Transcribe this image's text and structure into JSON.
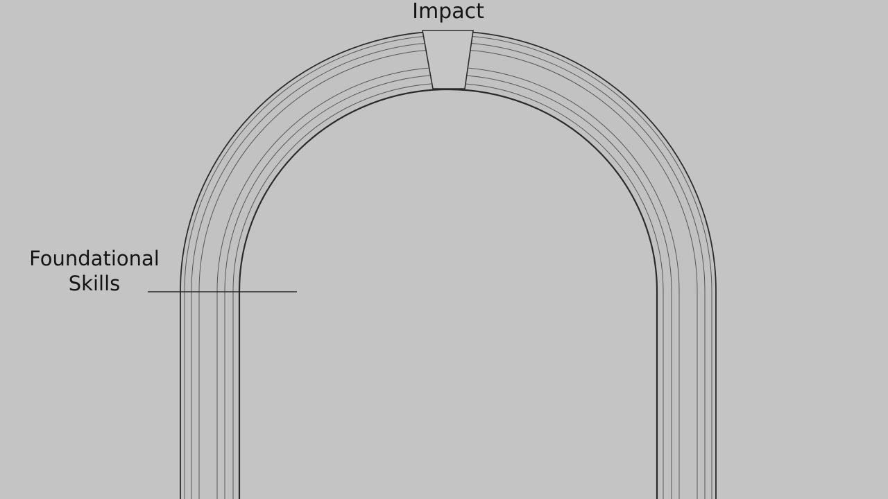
{
  "diagram": {
    "labels": {
      "top": "Impact",
      "side_line1": "Foundational",
      "side_line2": "Skills"
    },
    "colors": {
      "background": "#c4c4c4",
      "arch_fill": "#c2c2c2",
      "line": "#2a2a2a",
      "band_line": "#555555",
      "keystone_fill": "#c6c6c6"
    }
  }
}
